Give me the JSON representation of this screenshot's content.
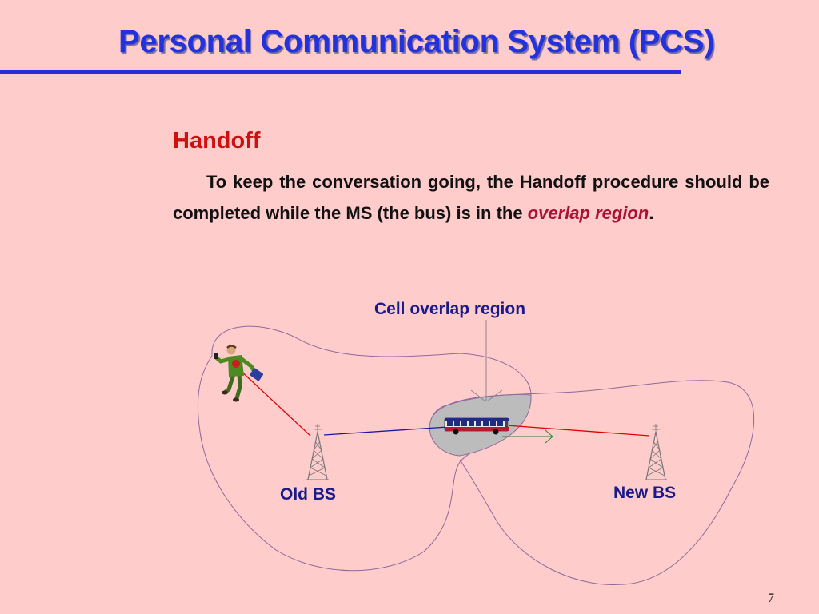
{
  "slide": {
    "title": "Personal Communication System (PCS)",
    "page_number": "7"
  },
  "section": {
    "heading": "Handoff",
    "paragraph_before": "To keep the conversation going, the Handoff procedure should be completed while the MS (the bus)  is in the ",
    "paragraph_emphasis": "overlap region",
    "paragraph_after": "."
  },
  "diagram": {
    "labels": {
      "overlap": "Cell overlap region",
      "old_bs": "Old BS",
      "new_bs": "New BS"
    },
    "colors": {
      "cell_outline": "#8E6A9C",
      "overlap_fill": "#BCBCBC",
      "link_to_person": "#E00000",
      "link_old_to_bus": "#1A1A9E",
      "link_bus_to_new": "#E00000",
      "pointer": "#888888",
      "motion_arrow": "#2E7D32",
      "tower": "#777777"
    },
    "icons": [
      "walking-man-icon",
      "bus-icon",
      "tower-icon"
    ]
  }
}
